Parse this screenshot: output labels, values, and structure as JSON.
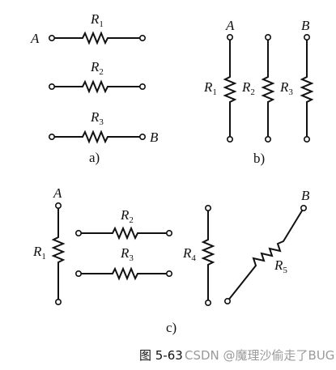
{
  "panels": {
    "a": {
      "caption": "a)",
      "r1": "R",
      "r1_sub": "1",
      "r2": "R",
      "r2_sub": "2",
      "r3": "R",
      "r3_sub": "3",
      "node_a": "A",
      "node_b": "B"
    },
    "b": {
      "caption": "b)",
      "r1": "R",
      "r1_sub": "1",
      "r2": "R",
      "r2_sub": "2",
      "r3": "R",
      "r3_sub": "3",
      "node_a": "A",
      "node_b": "B"
    },
    "c": {
      "caption": "c)",
      "r1": "R",
      "r1_sub": "1",
      "r2": "R",
      "r2_sub": "2",
      "r3": "R",
      "r3_sub": "3",
      "r4": "R",
      "r4_sub": "4",
      "r5": "R",
      "r5_sub": "5",
      "node_a": "A",
      "node_b": "B"
    }
  },
  "figure_caption": "图 5-63",
  "watermark": "CSDN @魔理沙偷走了BUG"
}
